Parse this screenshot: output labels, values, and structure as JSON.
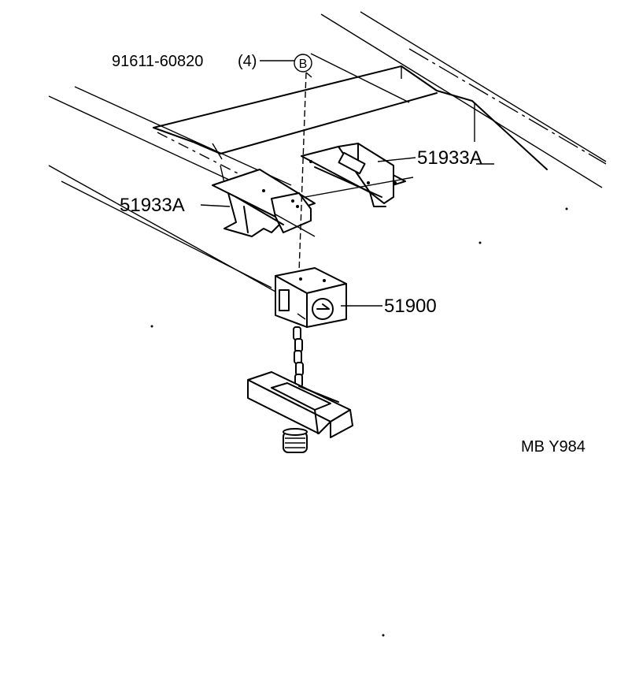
{
  "callouts": {
    "bolt_part": "91611-60820",
    "bolt_qty": "(4)",
    "bolt_ref": "B",
    "bracket_right": "51933A",
    "bracket_left": "51933A",
    "carrier": "51900"
  },
  "figure_code": "MB Y984"
}
